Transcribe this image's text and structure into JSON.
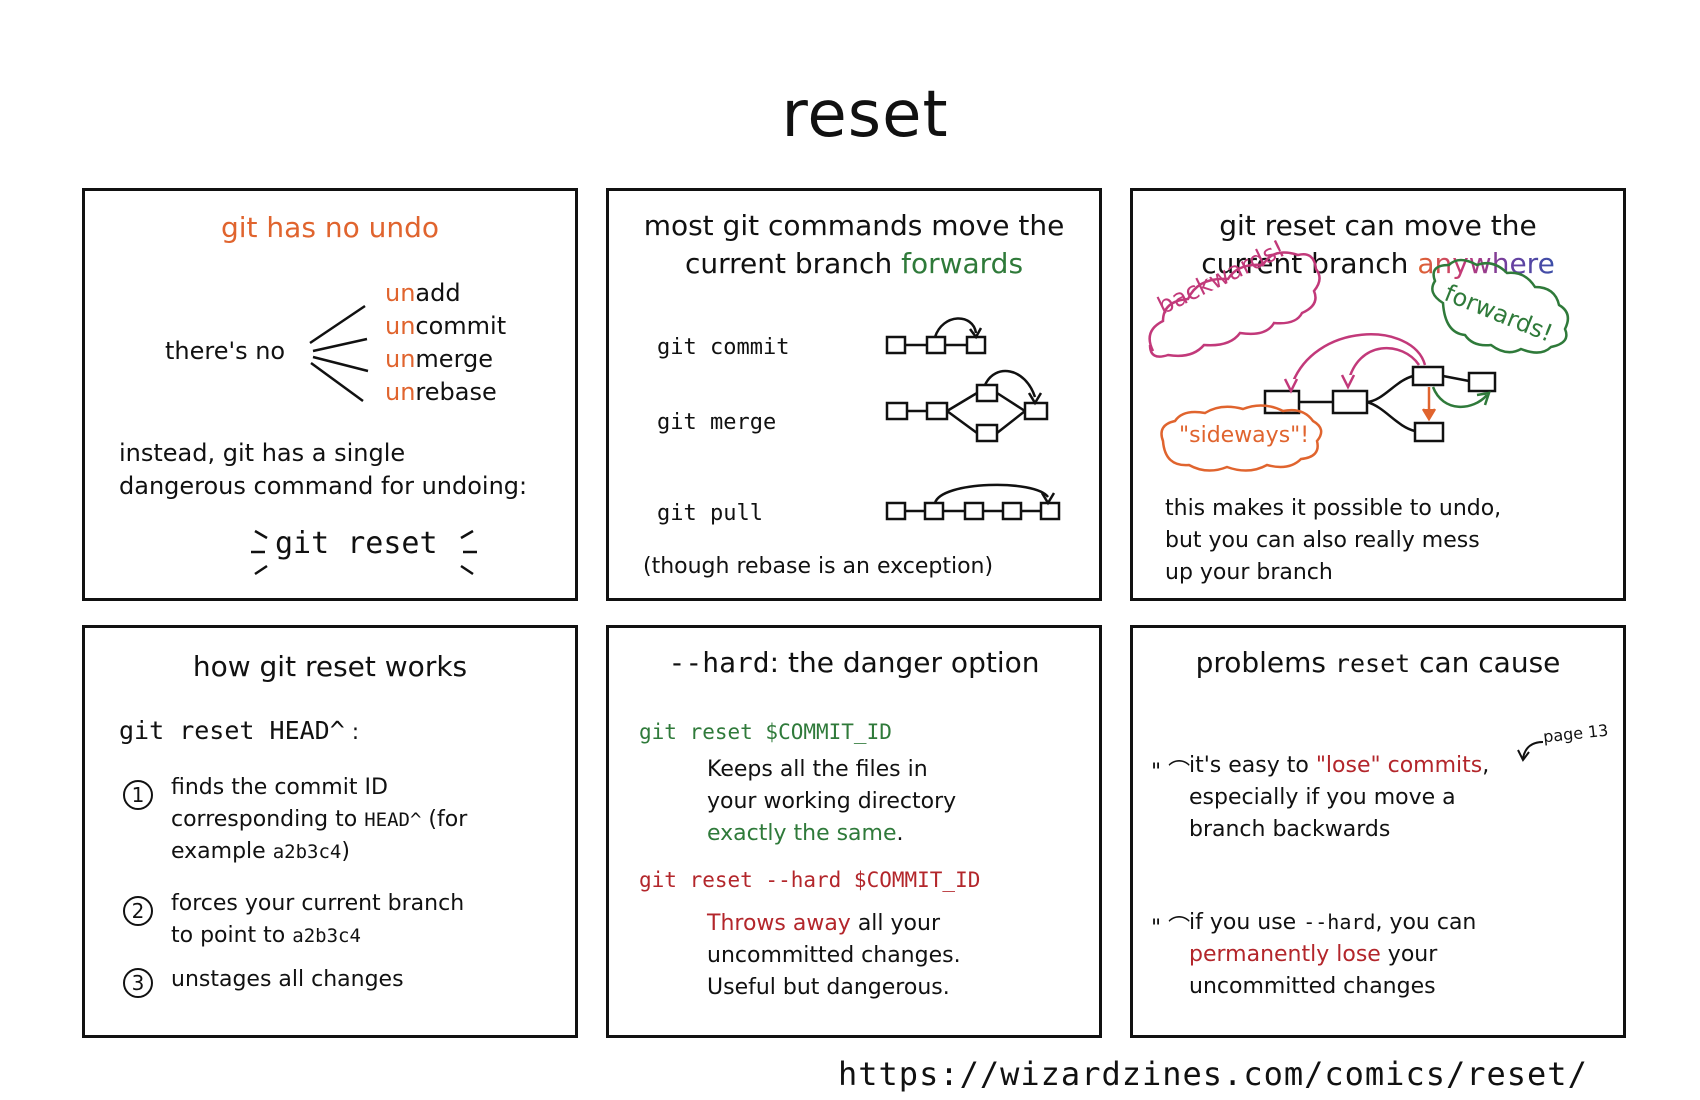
{
  "title": "reset",
  "url": "https://wizardzines.com/comics/reset/",
  "panel1": {
    "heading": "git has no undo",
    "theres_no": "there's no",
    "prefix": "un",
    "words": [
      "add",
      "commit",
      "merge",
      "rebase"
    ],
    "body_line1": "instead, git has a single",
    "body_line2": "dangerous command for undoing:",
    "command": "git reset"
  },
  "panel2": {
    "heading_line1": "most git commands move the",
    "heading_line2_a": "current branch ",
    "heading_line2_b": "forwards",
    "cmd_commit": "git commit",
    "cmd_merge": "git merge",
    "cmd_pull": "git pull",
    "footnote": "(though rebase is an exception)"
  },
  "panel3": {
    "heading_line1": "git reset can move the",
    "heading_line2_a": "current branch ",
    "heading_line2_b": "anywhere",
    "bubble_backwards": "backwards!",
    "bubble_forwards": "forwards!",
    "bubble_sideways": "\"sideways\"!",
    "body_line1": "this makes it possible to undo,",
    "body_line2": "but you can also really mess",
    "body_line3": "up your branch"
  },
  "panel4": {
    "heading": "how git reset works",
    "command": "git reset HEAD^",
    "colon": " :",
    "step1_line1": "finds the commit ID",
    "step1_line2_a": "corresponding to ",
    "step1_line2_b": "HEAD^",
    "step1_line2_c": " (for",
    "step1_line3_a": "example ",
    "step1_line3_b": "a2b3c4",
    "step1_line3_c": ")",
    "step2_line1": "forces your current branch",
    "step2_line2_a": "to point to ",
    "step2_line2_b": "a2b3c4",
    "step3": "unstages all changes",
    "n1": "1",
    "n2": "2",
    "n3": "3"
  },
  "panel5": {
    "heading_a": "--hard",
    "heading_b": ": the danger option",
    "cmd_soft": "git reset $COMMIT_ID",
    "soft_line1": "Keeps all the files in",
    "soft_line2": "your working directory",
    "soft_line3": "exactly the same",
    "soft_line3_end": ".",
    "cmd_hard": "git reset --hard $COMMIT_ID",
    "hard_line1_a": "Throws away",
    "hard_line1_b": " all your",
    "hard_line2": "uncommitted changes.",
    "hard_line3": "Useful but dangerous."
  },
  "panel6": {
    "heading_a": "problems ",
    "heading_b": "reset",
    "heading_c": " can cause",
    "page_note": "page 13",
    "p1_line1_a": "it's easy to ",
    "p1_line1_b": "\"lose\" commits",
    "p1_line1_c": ",",
    "p1_line2": "especially if you move a",
    "p1_line3": "branch backwards",
    "p2_line1_a": "if you use ",
    "p2_line1_b": "--hard",
    "p2_line1_c": ", you can",
    "p2_line2_a": "permanently lose",
    "p2_line2_b": " your",
    "p2_line3": "uncommitted changes",
    "frown": "\" ⌒"
  },
  "colors": {
    "orange": "#e0642e",
    "green": "#2f7a3a",
    "red": "#b3262b",
    "purple": "#6b3fa0",
    "pink": "#c2397a"
  }
}
